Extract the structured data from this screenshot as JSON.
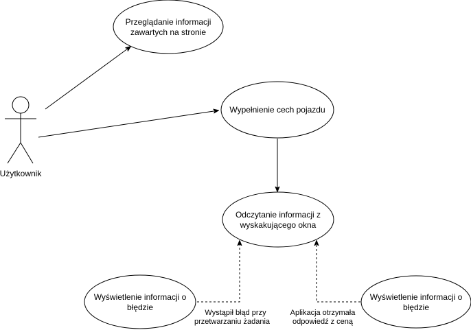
{
  "actor": {
    "label": "Użytkownik"
  },
  "use_cases": {
    "browse": [
      "Przeglądanie informacji",
      "zawartych na stronie"
    ],
    "fill_features": [
      "Wypełnienie cech pojazdu"
    ],
    "read_popup": [
      "Odczytanie informacji z",
      "wyskakującego okna"
    ],
    "error_left": [
      "Wyświetlenie informacji o",
      "błędzie"
    ],
    "error_right": [
      "Wyświetlenie informacji o",
      "błędzie"
    ]
  },
  "edge_labels": {
    "error_processing": [
      "Wystąpił błąd przy",
      "przetwarzaniu żadania"
    ],
    "price_response": [
      "Aplikacja otrzymała",
      "odpowiedź z ceną"
    ]
  },
  "colors": {
    "stroke": "#000000",
    "fill": "#ffffff"
  }
}
